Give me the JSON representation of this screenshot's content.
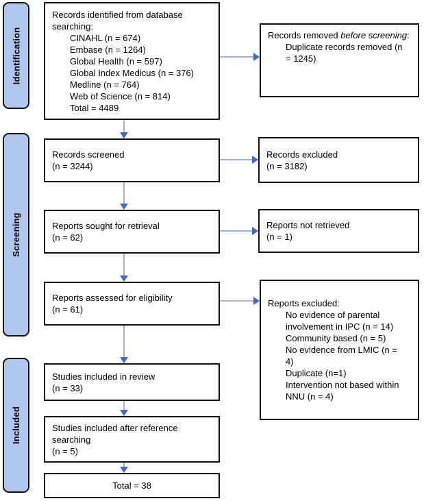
{
  "stages": [
    {
      "label": "Identification"
    },
    {
      "label": "Screening"
    },
    {
      "label": "Included"
    }
  ],
  "flow": {
    "identified": {
      "title": "Records identified from database searching:",
      "items": [
        "CINAHL (n = 674)",
        "Embase (n = 1264)",
        "Global Health (n = 597)",
        "Global Index Medicus (n = 376)",
        "Medline (n = 764)",
        "Web of Science (n = 814)",
        "Total = 4489"
      ]
    },
    "screened": {
      "title": "Records screened",
      "count": "(n = 3244)"
    },
    "sought": {
      "title": "Reports sought for retrieval",
      "count": "(n = 62)"
    },
    "assessed": {
      "title": "Reports assessed for eligibility",
      "count": "(n = 61)"
    },
    "included_review": {
      "title": "Studies included in review",
      "count": "(n = 33)"
    },
    "included_reference": {
      "title": "Studies included after reference searching",
      "count": "(n = 5)"
    },
    "total": {
      "label": "Total = 38"
    }
  },
  "exclusions": {
    "removed": {
      "title_prefix": "Records removed ",
      "title_italic": "before screening",
      "title_suffix": ":",
      "items": [
        "Duplicate records removed (n = 1245)"
      ]
    },
    "records_excluded": {
      "title": "Records excluded",
      "count": "(n = 3182)"
    },
    "not_retrieved": {
      "title": "Reports not retrieved",
      "count": "(n = 1)"
    },
    "reports_excluded": {
      "title": "Reports excluded:",
      "items": [
        "No evidence of parental involvement in IPC (n = 14)",
        "Community based (n = 5)",
        "No evidence from LMIC (n = 4)",
        "Duplicate (n=1)",
        "Intervention not based within NNU (n = 4)"
      ]
    }
  },
  "colors": {
    "stage_fill": "#b0c6ea",
    "arrow_line": "#9fb1dd",
    "arrow_head": "#4169c8",
    "box_border": "#111111"
  }
}
